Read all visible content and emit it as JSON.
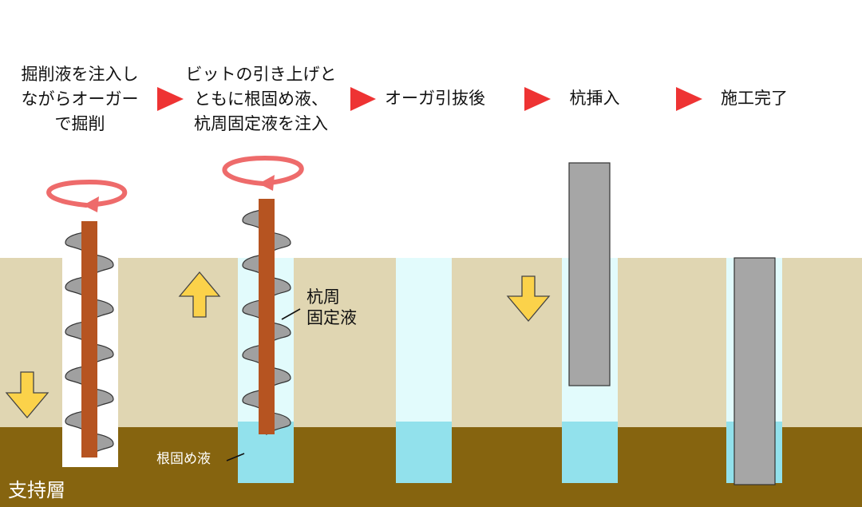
{
  "steps": [
    {
      "label": "掘削液を注入し\nながらオーガー\nで掘削"
    },
    {
      "label": "ビットの引き上げと\nともに根固め液、\n杭周固定液を注入"
    },
    {
      "label": "オーガ引抜後"
    },
    {
      "label": "杭挿入"
    },
    {
      "label": "施工完了"
    }
  ],
  "labels": {
    "pile_fluid_line1": "杭周",
    "pile_fluid_line2": "固定液",
    "root_fluid": "根固め液",
    "bearing_layer": "支持層"
  },
  "colors": {
    "soil": "#e0d6b2",
    "bearing": "#86640f",
    "pile_fluid": "#e2fbfc",
    "root_fluid": "#92e1ec",
    "rod": "#b65421",
    "pile": "#a6a6a6",
    "arrow_step": "#ee3333",
    "arrow_move": "#fbd24a",
    "rotation": "#ee6b6b"
  },
  "icons": {
    "step_arrow": "triangle-right",
    "move_down": "arrow-down",
    "move_up": "arrow-up",
    "rotation": "rotation-arrow"
  }
}
